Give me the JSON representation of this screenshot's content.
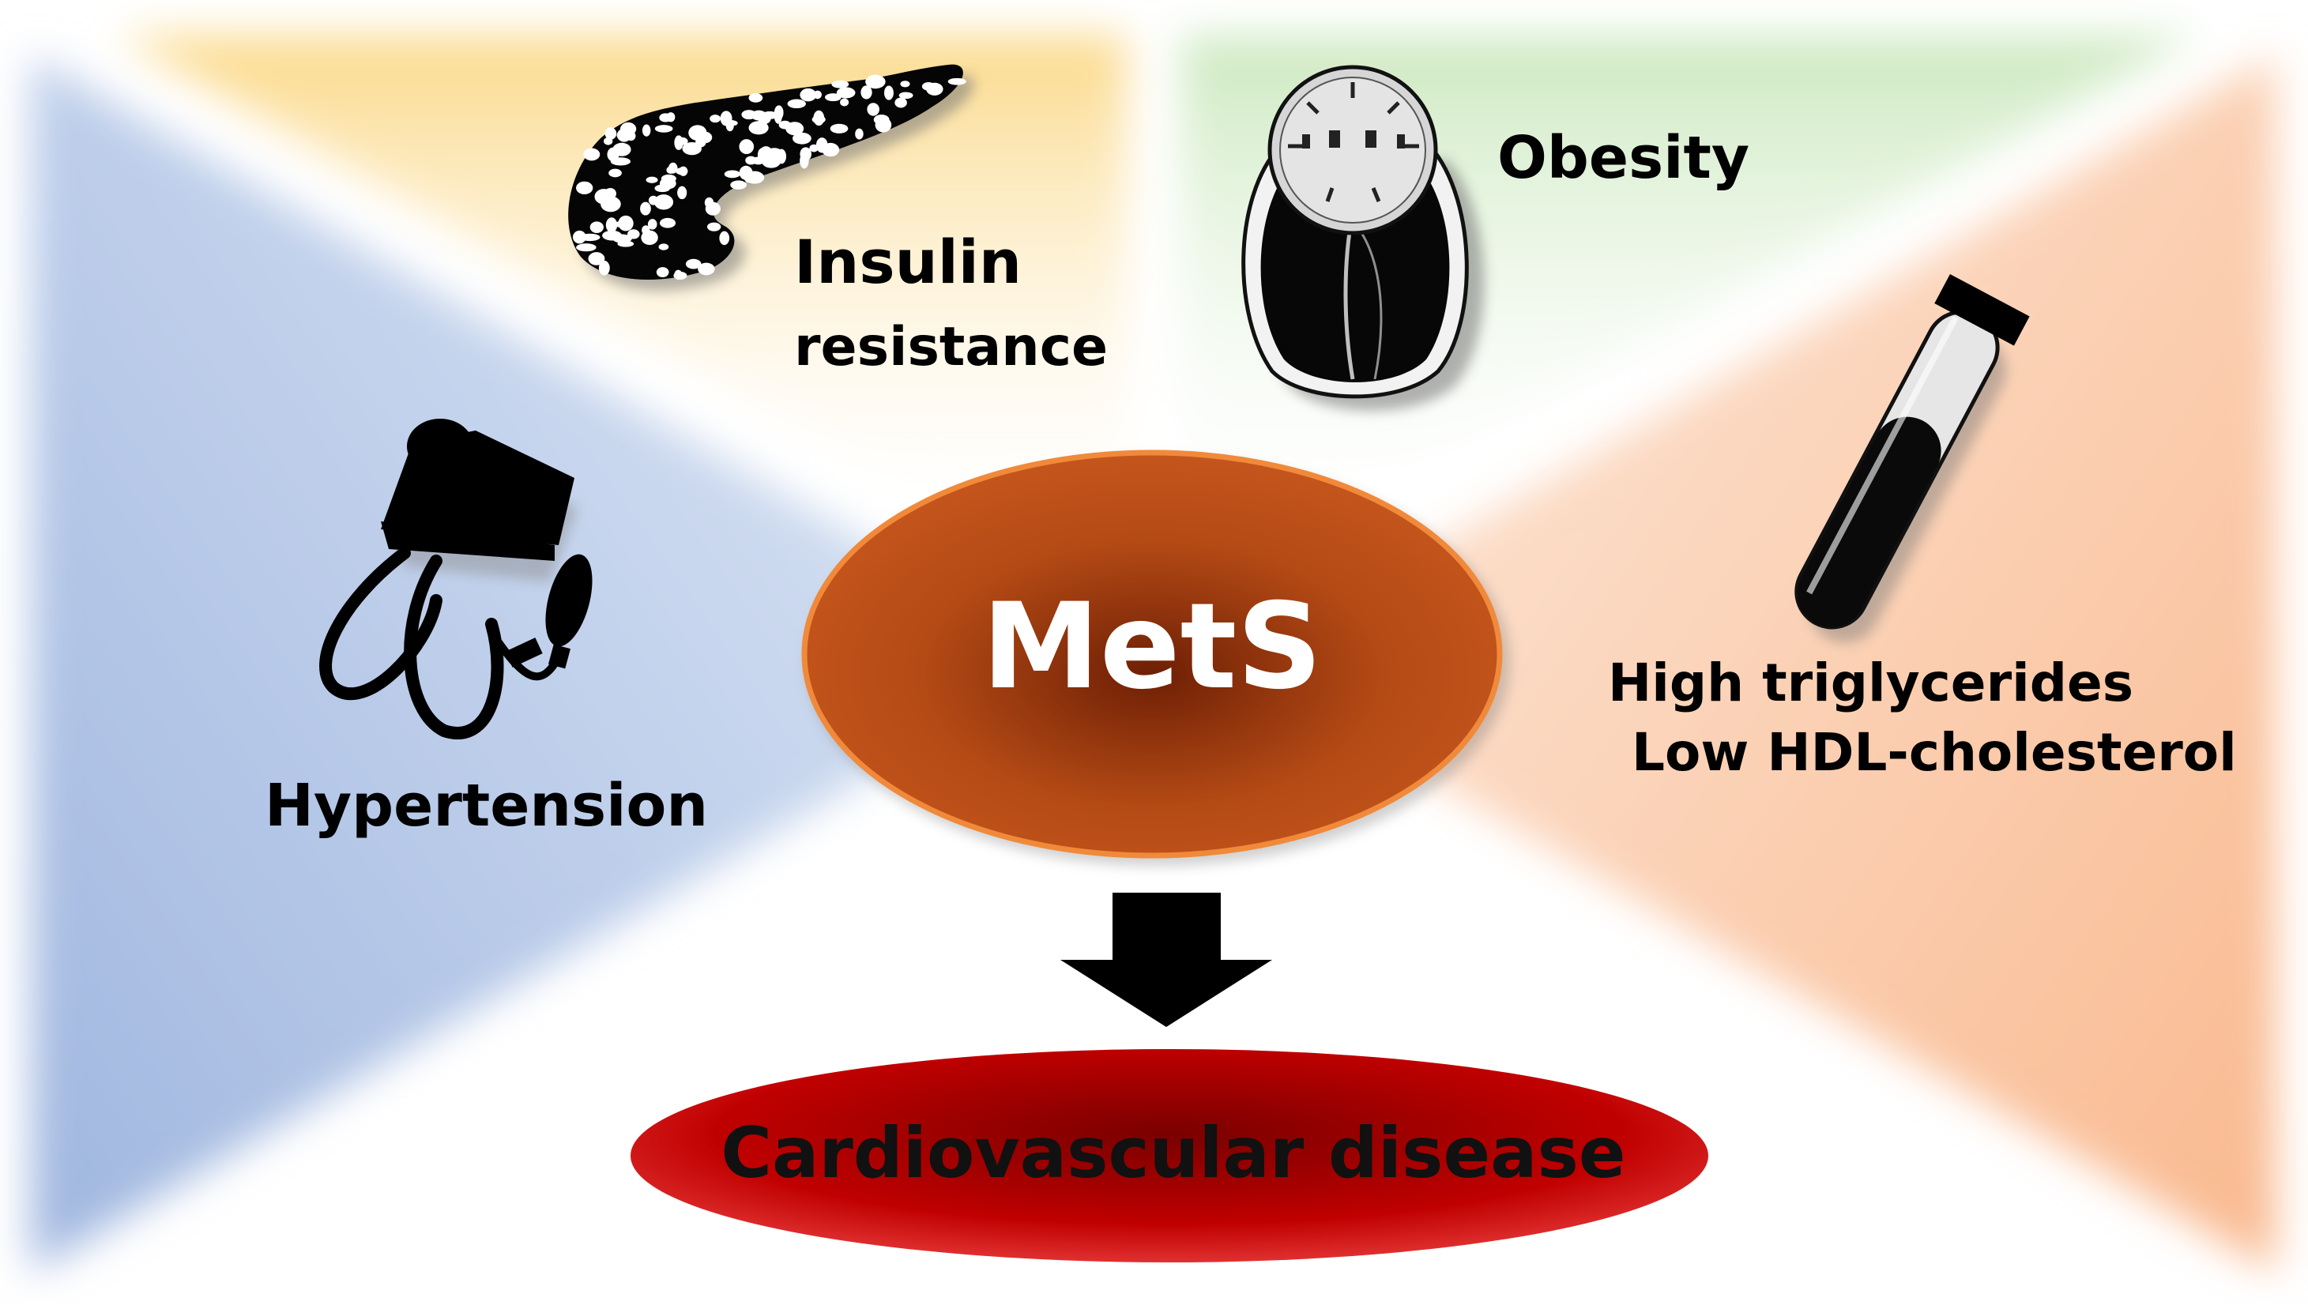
{
  "center": {
    "label": "MetS"
  },
  "factors": {
    "insulin": {
      "line1": "Insulin",
      "line2": "resistance",
      "icon": "pancreas-icon"
    },
    "obesity": {
      "label": "Obesity",
      "icon": "weight-scale-icon"
    },
    "hypertension": {
      "label": "Hypertension",
      "icon": "blood-pressure-cuff-icon"
    },
    "lipids": {
      "line1": "High triglycerides",
      "line2": "Low HDL-cholesterol",
      "icon": "test-tube-icon"
    }
  },
  "outcome": {
    "label": "Cardiovascular disease"
  },
  "colors": {
    "insulin_panel": "#fbd98a",
    "obesity_panel": "#cde9c0",
    "hypertension_panel": "#9fb6df",
    "lipids_panel": "#f9b98f",
    "mets_fill": "#c8581e",
    "mets_center": "#6e1f05",
    "mets_border": "#f08a3a",
    "outcome_fill": "#c00000",
    "outcome_dark": "#7a0000",
    "arrow": "#000000"
  }
}
